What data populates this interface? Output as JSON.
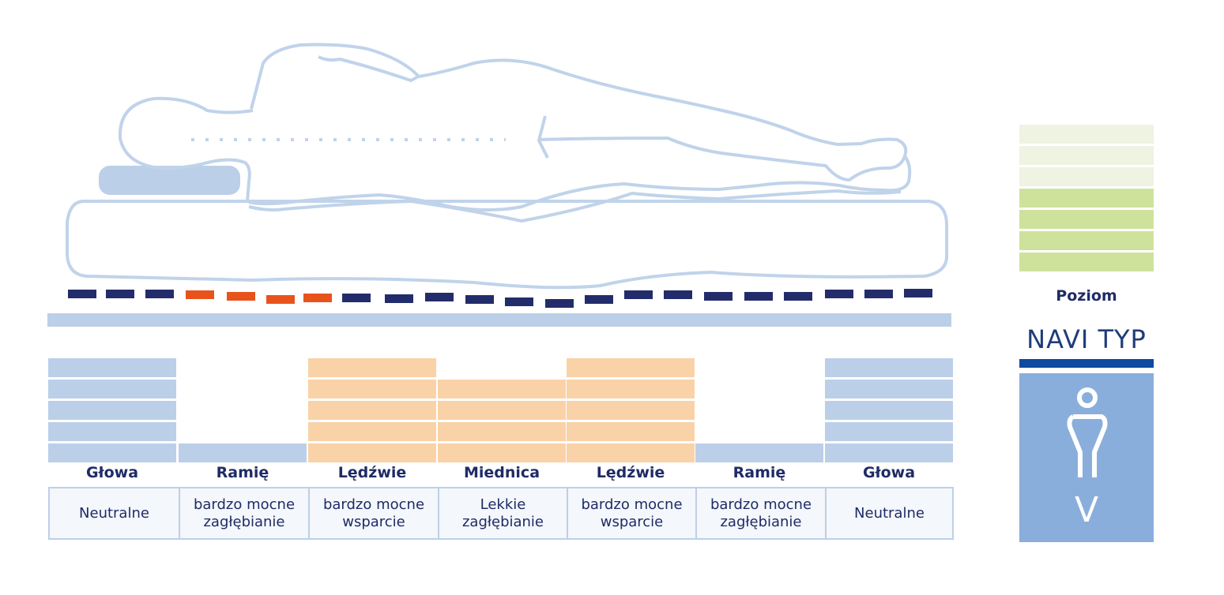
{
  "colors": {
    "outline": "#c0d3ea",
    "pillow": "#bccfe8",
    "base": "#bccfe8",
    "dash_normal": "#232c6b",
    "dash_highlight": "#e8531c",
    "zone_blue": "#bccfe8",
    "zone_orange": "#f9d2a8",
    "level_light": "#eef3e2",
    "level_green": "#cfe29c",
    "type_card": "#8aaedc",
    "type_underline": "#0d4aa0"
  },
  "zones": [
    {
      "label": "Głowa",
      "description": "Neutralne",
      "bars": 5,
      "top_offset": 0,
      "color": "blue"
    },
    {
      "label": "Ramię",
      "description": "bardzo mocne zagłębianie",
      "bars": 1,
      "top_offset": 0,
      "color": "blue"
    },
    {
      "label": "Lędźwie",
      "description": "bardzo mocne wsparcie",
      "bars": 5,
      "top_offset": 0,
      "color": "orange"
    },
    {
      "label": "Miednica",
      "description": "Lekkie zagłębianie",
      "bars": 4,
      "top_offset": 0,
      "color": "orange"
    },
    {
      "label": "Lędźwie",
      "description": "bardzo mocne wsparcie",
      "bars": 5,
      "top_offset": 0,
      "color": "orange"
    },
    {
      "label": "Ramię",
      "description": "bardzo mocne zagłębianie",
      "bars": 1,
      "top_offset": 0,
      "color": "blue"
    },
    {
      "label": "Głowa",
      "description": "Neutralne",
      "bars": 5,
      "top_offset": 0,
      "color": "blue"
    }
  ],
  "level": {
    "label": "Poziom",
    "total_bars": 7,
    "filled_bars": 4
  },
  "type_panel": {
    "title": "NAVI TYP",
    "letter": "V",
    "icon": "person-icon"
  },
  "support_line": {
    "highlight_indices": [
      3,
      4,
      5,
      6
    ]
  }
}
